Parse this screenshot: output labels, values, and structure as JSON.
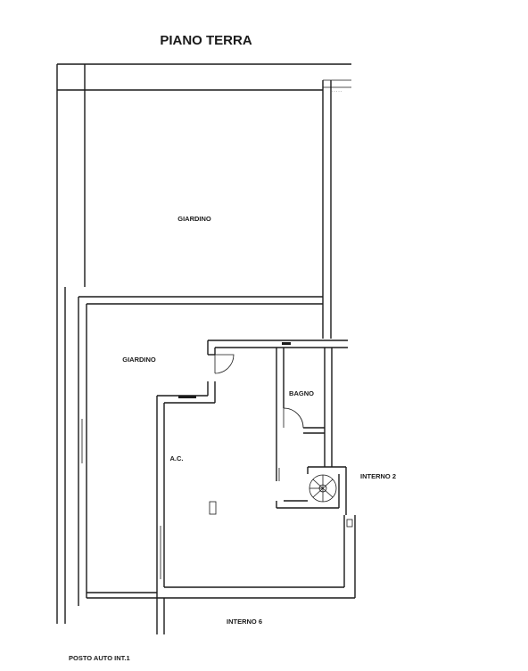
{
  "title": "PIANO TERRA",
  "labels": {
    "giardino_upper": "GIARDINO",
    "giardino_lower": "GIARDINO",
    "bagno": "BAGNO",
    "ac": "A.C.",
    "interno_2": "INTERNO 2",
    "interno_6": "INTERNO 6",
    "posto_auto": "POSTO AUTO INT.1"
  },
  "colors": {
    "line": "#1a1a1a",
    "background": "#ffffff"
  }
}
